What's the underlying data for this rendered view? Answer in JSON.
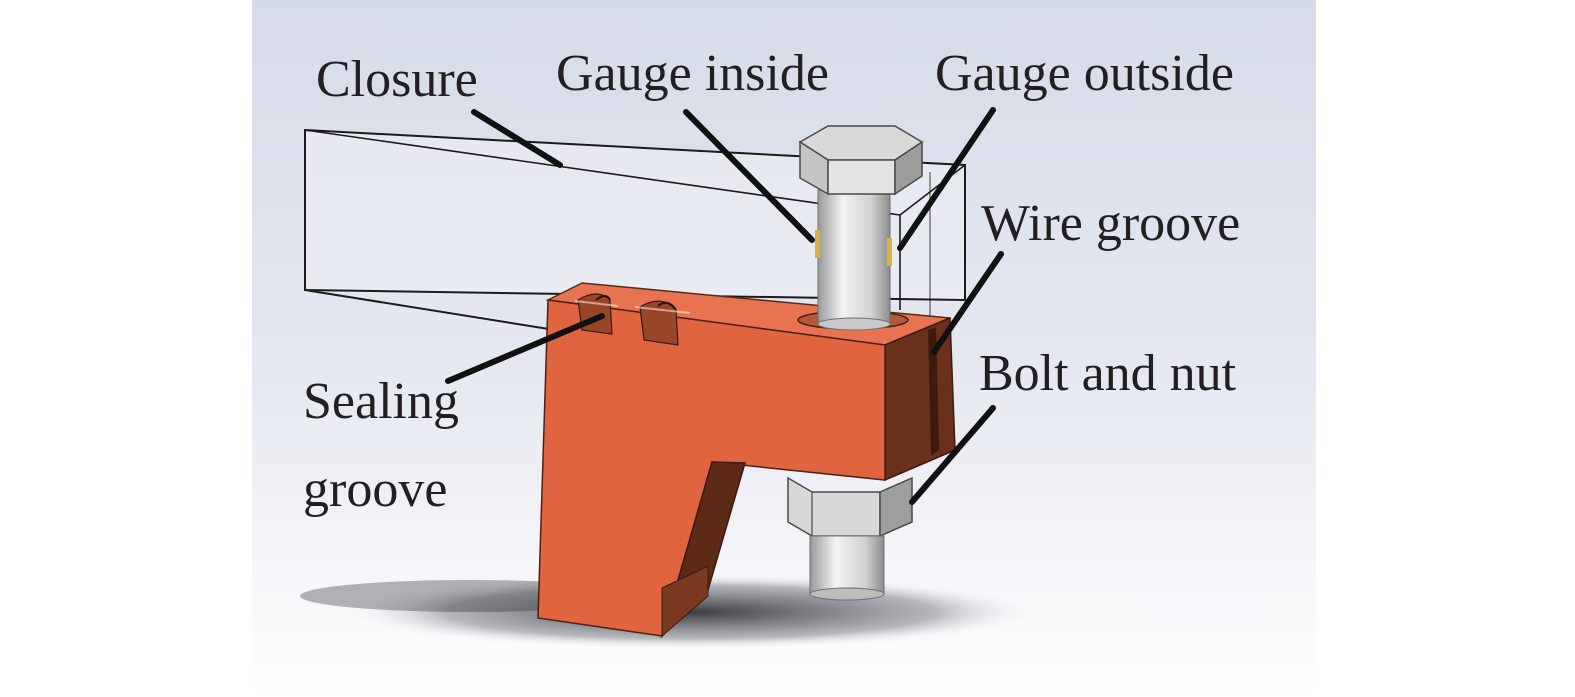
{
  "labels": {
    "closure": "Closure",
    "gauge_inside": "Gauge inside",
    "gauge_outside": "Gauge outside",
    "wire_groove": "Wire groove",
    "bolt_and_nut": "Bolt and nut",
    "sealing_groove_line1": "Sealing",
    "sealing_groove_line2": "groove"
  },
  "colors": {
    "clamp_front": "#e06440",
    "clamp_top": "#e86f4a",
    "clamp_side": "#5e2a18",
    "closure_face": "#eef0f4",
    "steel": "#d6d6d6",
    "leader": "#111111",
    "background": "#dfe3ee"
  }
}
